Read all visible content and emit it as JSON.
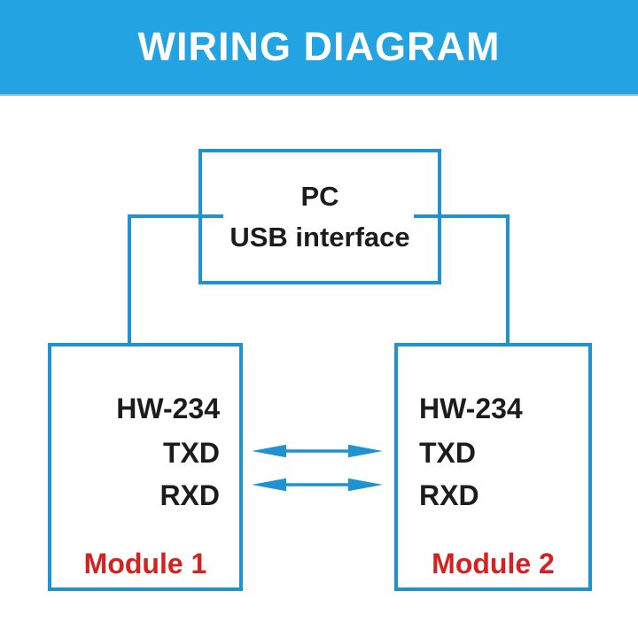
{
  "header": {
    "title": "WIRING DIAGRAM",
    "bg_color": "#23a3e2",
    "text_color": "#ffffff"
  },
  "diagram": {
    "line_color": "#1f93d2",
    "text_color": "#1c1c1c",
    "pc_box": {
      "line1": "PC",
      "line2": "USB interface"
    },
    "module1": {
      "model": "HW-234",
      "pin_txd": "TXD",
      "pin_rxd": "RXD",
      "label": "Module 1",
      "label_color": "#d52120"
    },
    "module2": {
      "model": "HW-234",
      "pin_txd": "TXD",
      "pin_rxd": "RXD",
      "label": "Module 2",
      "label_color": "#d52120"
    },
    "connections": {
      "txd_arrow": "bidirectional",
      "rxd_arrow": "bidirectional"
    }
  }
}
